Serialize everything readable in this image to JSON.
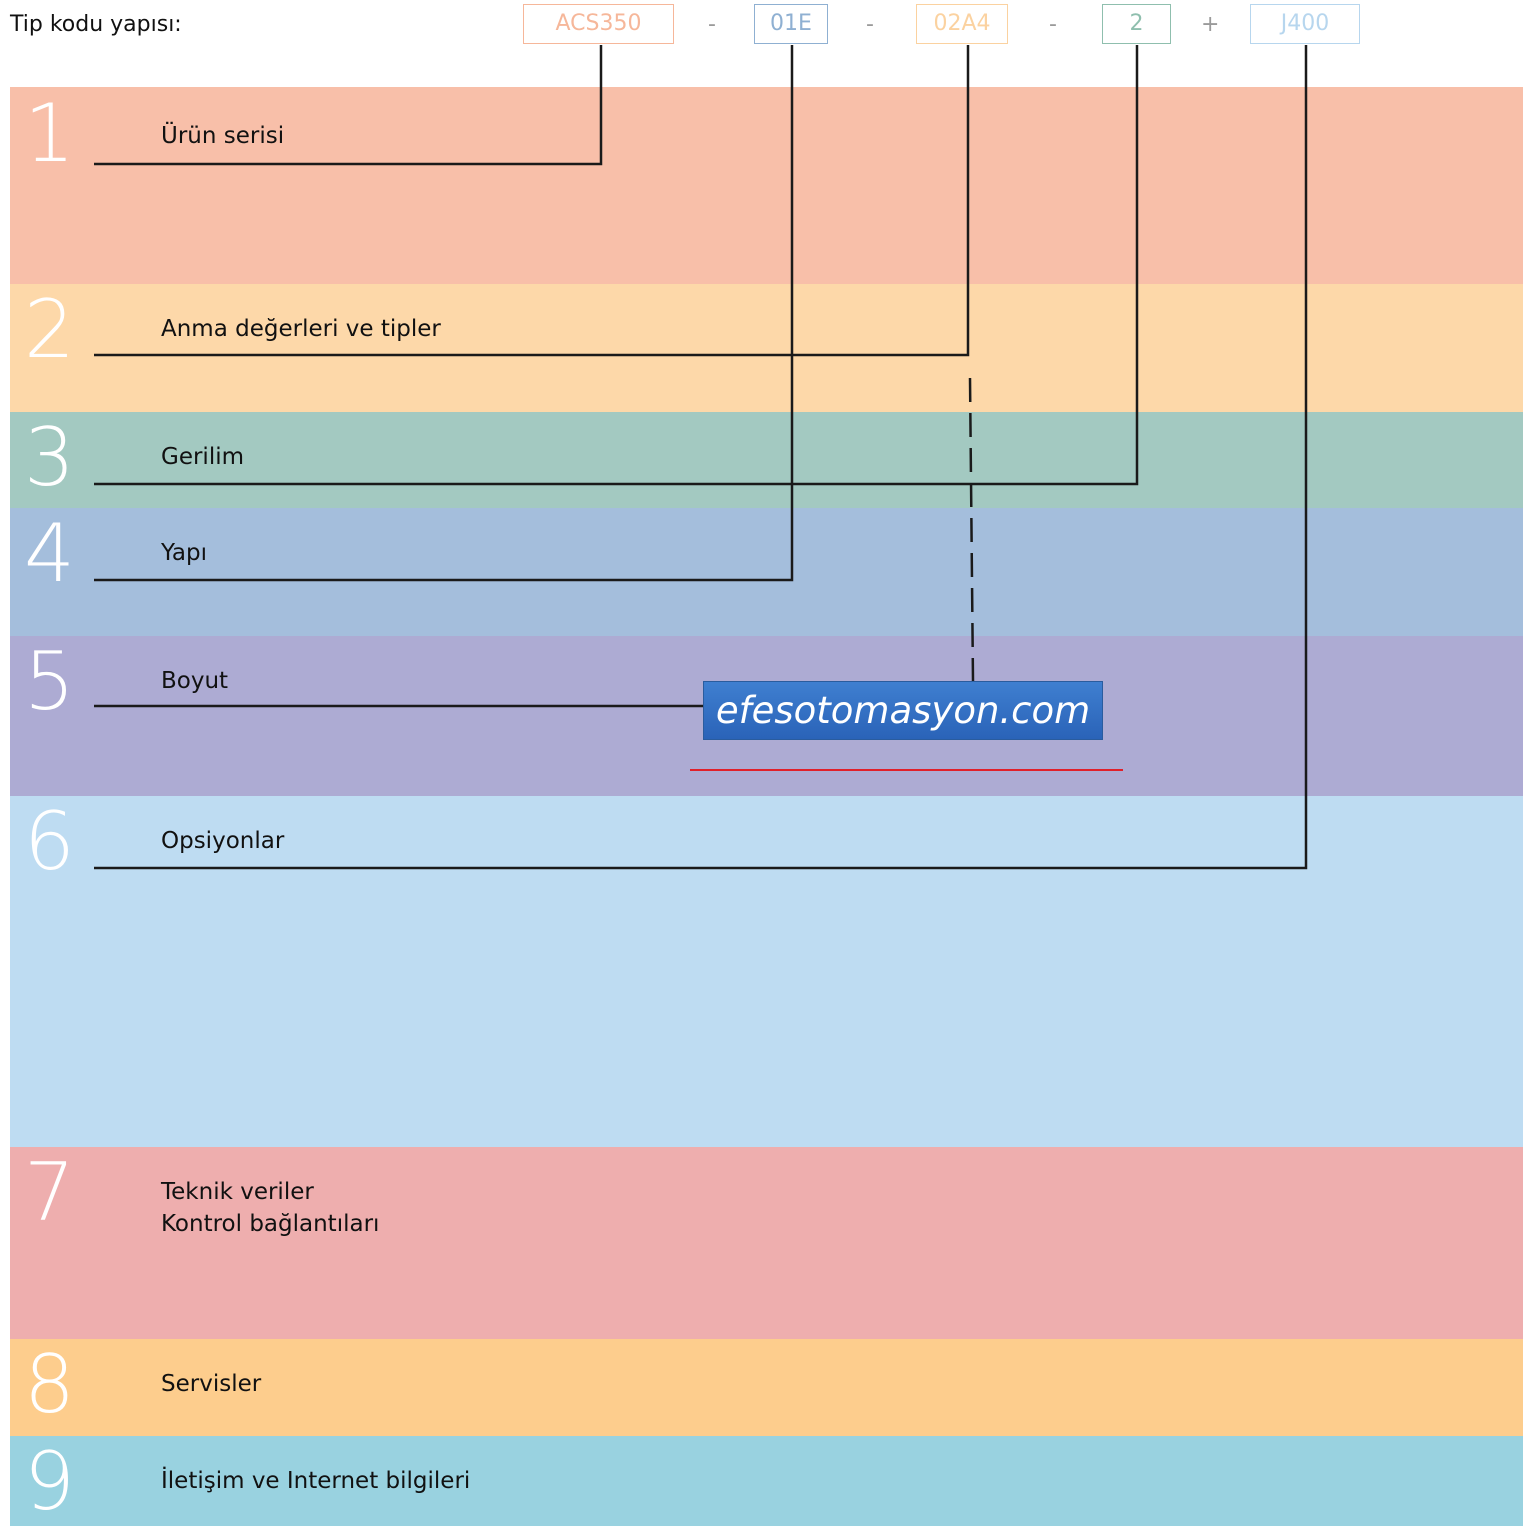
{
  "header": {
    "title": "Tip kodu yapısı:",
    "codes": [
      {
        "text": "ACS350",
        "color": "#f6b79a"
      },
      {
        "text": "01E",
        "color": "#8fb0d2"
      },
      {
        "text": "02A4",
        "color": "#fbd2a0"
      },
      {
        "text": "2",
        "color": "#8fbfae"
      },
      {
        "text": "J400",
        "color": "#b7d6ee"
      }
    ],
    "separators": [
      "-",
      "-",
      "-",
      "+"
    ]
  },
  "sections": [
    {
      "number": "1",
      "label": "Ürün serisi",
      "color": "#f8bfa9"
    },
    {
      "number": "2",
      "label": "Anma değerleri ve tipler",
      "color": "#fdd8a9"
    },
    {
      "number": "3",
      "label": "Gerilim",
      "color": "#a3c9c1"
    },
    {
      "number": "4",
      "label": "Yapı",
      "color": "#a4bedc"
    },
    {
      "number": "5",
      "label": "Boyut",
      "color": "#adabd3"
    },
    {
      "number": "6",
      "label": "Opsiyonlar",
      "color": "#bedcf2"
    },
    {
      "number": "7",
      "label": "Teknik veriler",
      "label2": "Kontrol bağlantıları",
      "color": "#eeaeae"
    },
    {
      "number": "8",
      "label": "Servisler",
      "color": "#fdcd8d"
    },
    {
      "number": "9",
      "label": "İletişim ve Internet bilgileri",
      "color": "#99d2e0"
    }
  ],
  "watermark": {
    "text": "efesotomasyon.com"
  }
}
